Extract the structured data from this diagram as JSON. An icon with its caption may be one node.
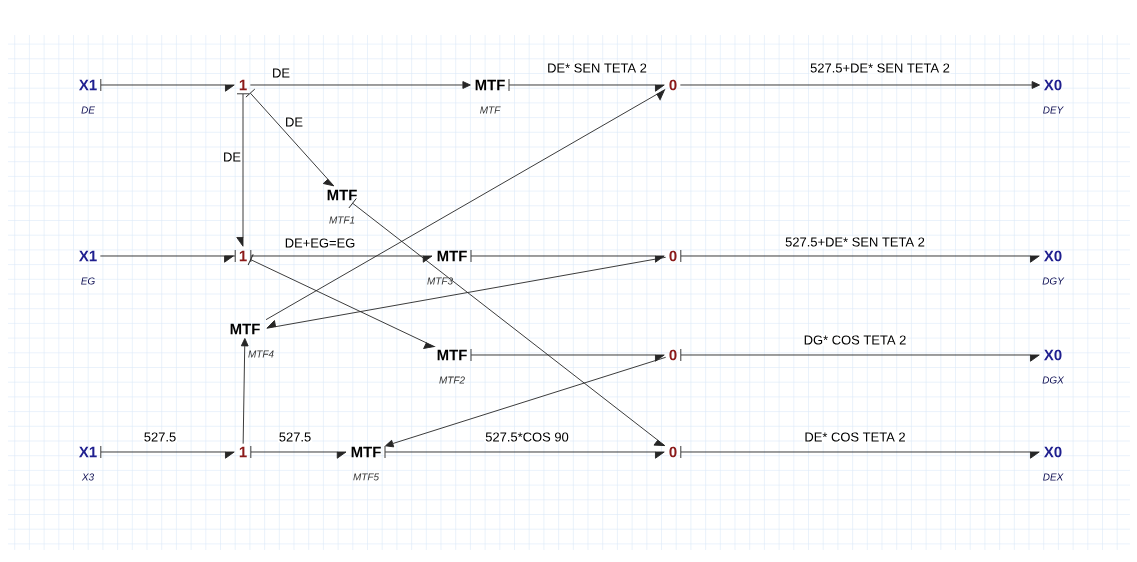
{
  "diagram": {
    "nodes": [
      {
        "text": [
          "X1"
        ],
        "beside": [
          "DE"
        ]
      },
      {
        "text": [
          "1"
        ]
      },
      {
        "text": [
          "MTF"
        ],
        "beside": [
          "MTF"
        ]
      },
      {
        "text": [
          "0"
        ]
      },
      {
        "text": [
          "X0"
        ],
        "beside": [
          "DEY"
        ]
      },
      {
        "text": [
          "MTF"
        ],
        "beside": [
          "MTF1"
        ]
      },
      {
        "text": [
          "X1"
        ],
        "beside": [
          "EG"
        ]
      },
      {
        "text": [
          "1"
        ]
      },
      {
        "text": [
          "MTF"
        ],
        "beside": [
          "MTF3"
        ]
      },
      {
        "text": [
          "0"
        ]
      },
      {
        "text": [
          "X0"
        ],
        "beside": [
          "DGY"
        ]
      },
      {
        "text": [
          "MTF"
        ],
        "beside": [
          "MTF4"
        ]
      },
      {
        "text": [
          "MTF"
        ],
        "beside": [
          "MTF2"
        ]
      },
      {
        "text": [
          "0"
        ]
      },
      {
        "text": [
          "X0"
        ],
        "beside": [
          "DGX"
        ]
      },
      {
        "text": [
          "X1"
        ],
        "beside": [
          "X3"
        ]
      },
      {
        "text": [
          "1"
        ]
      },
      {
        "text": [
          "MTF"
        ],
        "beside": [
          "MTF5"
        ]
      },
      {
        "text": [
          "0"
        ]
      },
      {
        "text": [
          "X0"
        ],
        "beside": [
          "DEX"
        ]
      }
    ],
    "edges": [
      {
        "from": 0,
        "to": 1,
        "arrow": "to"
      },
      {
        "from": 1,
        "to": 2,
        "arrow": "to",
        "label": "DE"
      },
      {
        "from": 1,
        "to": 5,
        "arrow": "to",
        "label": "DE"
      },
      {
        "from": 1,
        "to": 7,
        "arrow": "to",
        "label": "DE"
      },
      {
        "from": 2,
        "to": 3,
        "arrow": "to",
        "label": "DE* SEN TETA 2"
      },
      {
        "from": 3,
        "to": 4,
        "arrow": "to",
        "label": "527.5+DE* SEN TETA 2"
      },
      {
        "from": 6,
        "to": 7,
        "arrow": "to"
      },
      {
        "from": 7,
        "to": 8,
        "arrow": "to",
        "label": "DE+EG=EG"
      },
      {
        "from": 7,
        "to": 12,
        "arrow": "to"
      },
      {
        "from": 8,
        "to": 9,
        "arrow": "to"
      },
      {
        "from": 9,
        "to": 10,
        "arrow": "to",
        "label": "527.5+DE* SEN TETA 2"
      },
      {
        "from": 9,
        "to": 11,
        "arrow": "to"
      },
      {
        "from": 11,
        "to": 3,
        "arrow": "to"
      },
      {
        "from": 5,
        "to": 18,
        "arrow": "to"
      },
      {
        "from": 12,
        "to": 13,
        "arrow": "to"
      },
      {
        "from": 13,
        "to": 14,
        "arrow": "to",
        "label": "DG* COS TETA 2"
      },
      {
        "from": 13,
        "to": 17,
        "arrow": "to"
      },
      {
        "from": 15,
        "to": 16,
        "arrow": "to",
        "label": "527.5"
      },
      {
        "from": 16,
        "to": 17,
        "arrow": "to",
        "label": "527.5"
      },
      {
        "from": 16,
        "to": 11,
        "arrow": "to"
      },
      {
        "from": 17,
        "to": 18,
        "arrow": "to",
        "label": "527.5*COS 90"
      },
      {
        "from": 18,
        "to": 19,
        "arrow": "to",
        "label": "DE* COS TETA 2"
      }
    ]
  }
}
